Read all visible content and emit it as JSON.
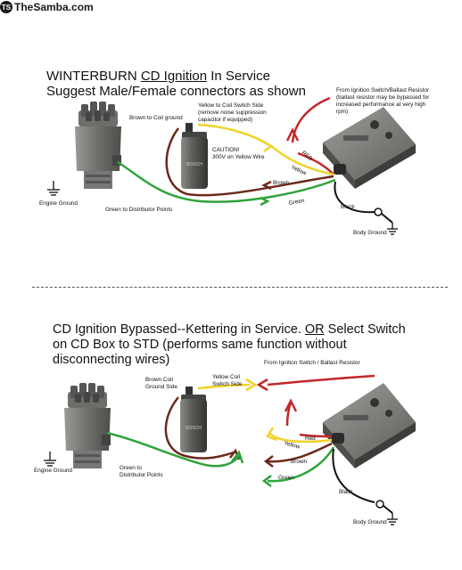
{
  "logo": {
    "mark": "TS",
    "text": "TheSamba.com"
  },
  "top": {
    "title_brand": "WINTERBURN",
    "title_underlined": "CD Ignition",
    "title_rest": "In Service",
    "subtitle": "Suggest Male/Female connectors as shown",
    "labels": {
      "ignition_line1": "From Ignition Switch/Ballast Resistor",
      "ignition_line2": "(ballast resistor may be bypassed for",
      "ignition_line3": "increased performance at very high",
      "ignition_line4": "rpm)",
      "yellow_line1": "Yellow to Coil Switch Side",
      "yellow_line2": "(remove noise suppression",
      "yellow_line3": "capacitor if equipped)",
      "brown_ground": "Brown to Coil ground",
      "caution_line1": "CAUTION!",
      "caution_line2": "300V on Yellow Wire",
      "engine_ground": "Engine Ground",
      "green_points": "Green to Distributor Points",
      "wire_red": "RED",
      "wire_yellow": "Yellow",
      "wire_brown": "Brown",
      "wire_green": "Green",
      "wire_black": "Black",
      "body_ground": "Body Ground"
    }
  },
  "bottom": {
    "line1_pre": "CD Ignition Bypassed--Kettering in Service. ",
    "line1_or": "OR",
    "line1_post": " Select Switch",
    "line2": "on CD Box to STD (performs same function without",
    "line3": "disconnecting wires)",
    "labels": {
      "ignition": "From Ignition Switch / Ballast Resistor",
      "brown_coil_line1": "Brown Coil",
      "brown_coil_line2": "Ground Side",
      "yellow_coil_line1": "Yellow Coil",
      "yellow_coil_line2": "Switch Side",
      "engine_ground": "Engine Ground",
      "green_line1": "Green to",
      "green_line2": "Distributor Points",
      "wire_red": "Red",
      "wire_yellow": "Yellow",
      "wire_brown": "Brown",
      "wire_green": "Green",
      "wire_black": "Black",
      "body_ground": "Body Ground"
    }
  },
  "colors": {
    "red": "#c0282a",
    "yellow": "#f2d22a",
    "brown": "#6b2a1a",
    "green": "#2fa33a",
    "black": "#111111",
    "housing": "#7c7c78",
    "cap": "#6d6d6a"
  }
}
